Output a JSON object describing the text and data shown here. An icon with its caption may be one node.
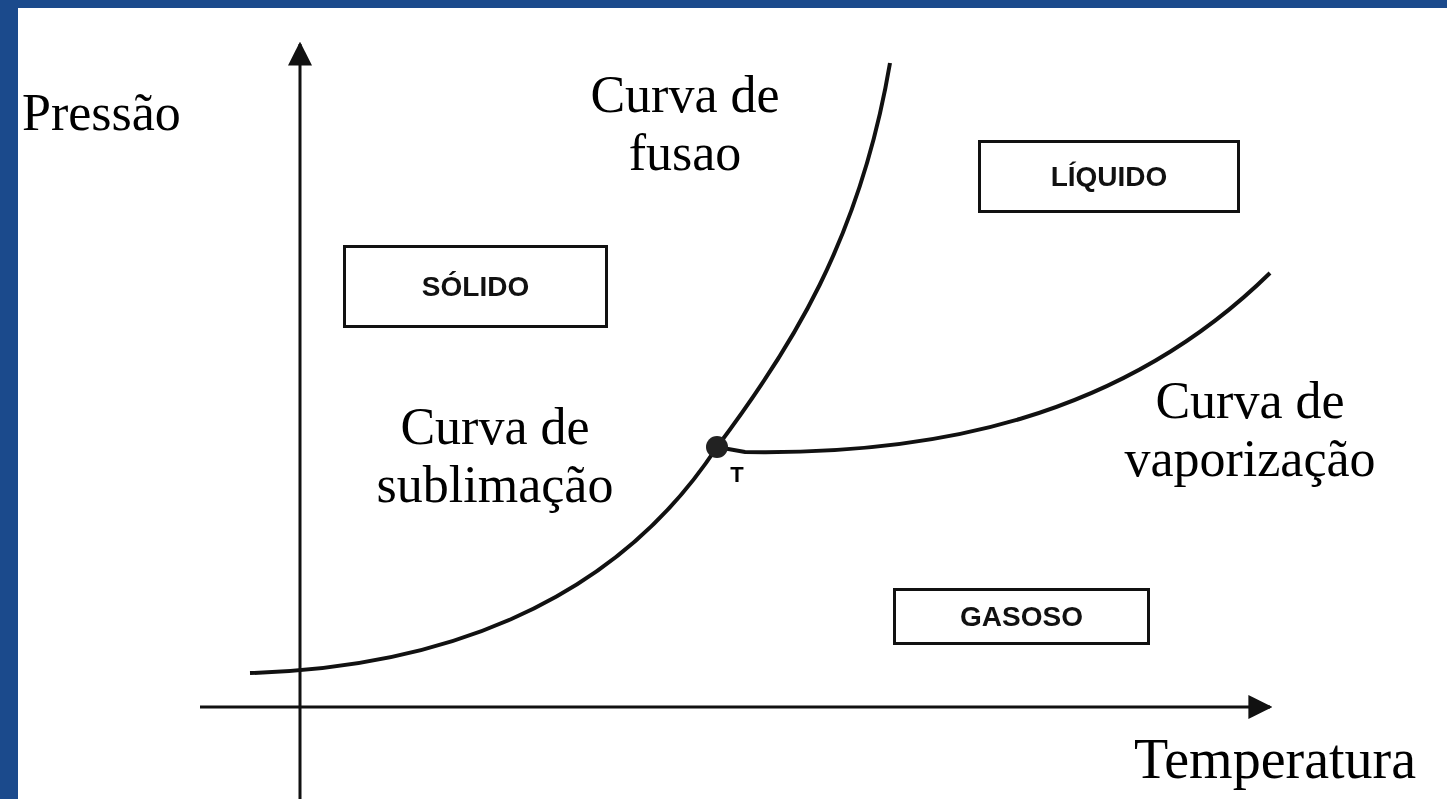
{
  "diagram": {
    "nodes": [
      {
        "text": [
          "SÓLIDO"
        ]
      },
      {
        "text": [
          "LÍQUIDO"
        ]
      },
      {
        "text": [
          "GASOSO"
        ]
      }
    ],
    "labels": [
      "Pressão",
      "Curva de fusao",
      "Curva de sublimação",
      "T",
      "Curva de vaporização",
      "Temperatura"
    ]
  }
}
